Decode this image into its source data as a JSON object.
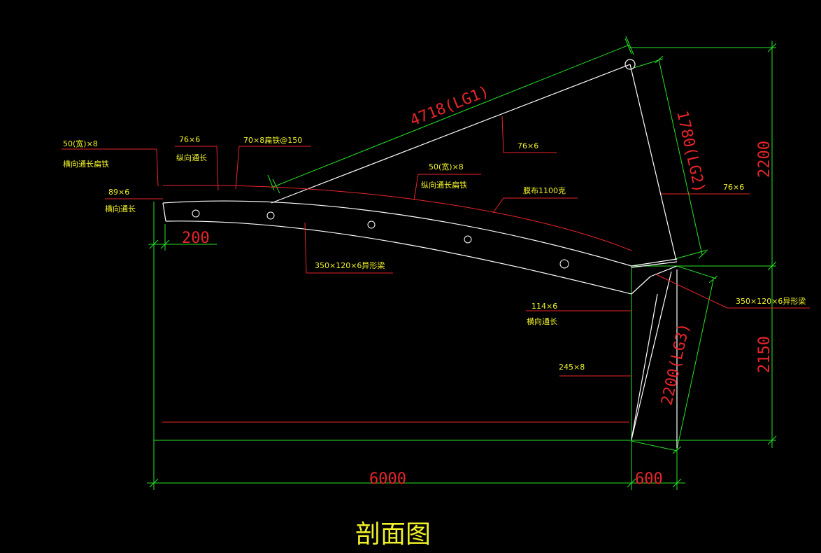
{
  "title": "剖面图",
  "colors": {
    "background": "#000000",
    "dimension": "#26e426",
    "leader": "#e8252a",
    "structure": "#ffffff",
    "note": "#f2f22a"
  },
  "dimensions": {
    "lg1": "4718(LG1)",
    "lg2": "1780(LG2)",
    "lg3": "2200(LG3)",
    "h_top": "2200",
    "h_bottom": "2150",
    "w_main": "6000",
    "w_right": "600",
    "overhang": "200"
  },
  "notes": {
    "n1a": "50(宽)×8",
    "n1b": "横向通长扁铁",
    "n2a": "76×6",
    "n2b": "纵向通长",
    "n3": "70×8扁铁@150",
    "n4a": "89×6",
    "n4b": "横向通长",
    "n5": "76×6",
    "n6a": "50(宽)×8",
    "n6b": "纵向通长扁铁",
    "n7": "膜布1100克",
    "n8": "76×6",
    "n9": "350×120×6异形梁",
    "n10": "350×120×6异形梁",
    "n11a": "114×6",
    "n11b": "横向通长",
    "n12": "245×8"
  }
}
